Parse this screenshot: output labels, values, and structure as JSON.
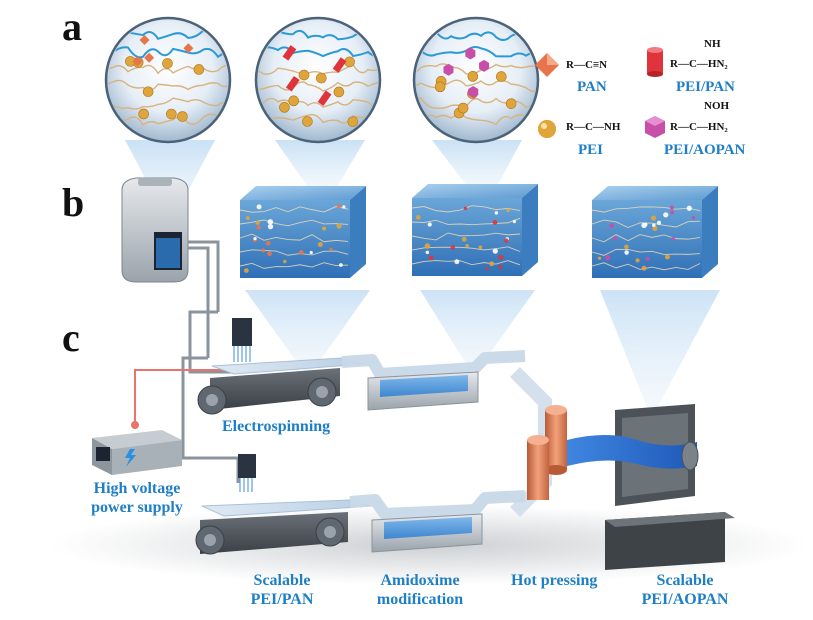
{
  "panels": {
    "a": "a",
    "b": "b",
    "c": "c"
  },
  "legend": {
    "pan": {
      "name": "PAN",
      "formula": "R—C≡N"
    },
    "pei_pan": {
      "name": "PEI/PAN",
      "formula_top": "NH",
      "formula_bottom": "R—C—HN₂"
    },
    "pei": {
      "name": "PEI",
      "formula": "R—C—NH"
    },
    "pei_aopan": {
      "name": "PEI/AOPAN",
      "formula_top": "NOH",
      "formula_bottom": "R—C—HN₂"
    }
  },
  "labels": {
    "electrospinning": "Electrospinning",
    "power_supply_line1": "High voltage",
    "power_supply_line2": "power supply",
    "scalable_pei_pan_line1": "Scalable",
    "scalable_pei_pan_line2": "PEI/PAN",
    "amidoxime_line1": "Amidoxime",
    "amidoxime_line2": "modification",
    "hot_pressing": "Hot pressing",
    "scalable_pei_aopan_line1": "Scalable",
    "scalable_pei_aopan_line2": "PEI/AOPAN"
  },
  "colors": {
    "label_blue": "#1e7fc6",
    "gel_blue": "#3a86c8",
    "pei_ball": "#e0a53a",
    "pan_diamond": "#e8744c",
    "pei_pan_cylinder": "#e0343c",
    "pei_aopan_hex": "#c74fa8",
    "roller": "#e07a50",
    "fabric": "#2a6fd0"
  },
  "icons": {
    "power": "lightning-bolt-icon"
  }
}
